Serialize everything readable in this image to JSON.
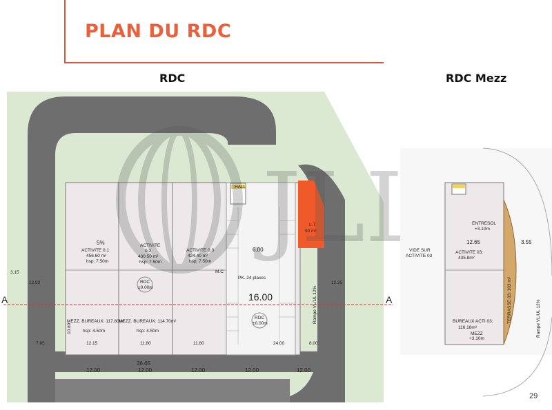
{
  "title": "PLAN DU RDC",
  "captions": {
    "left": "RDC",
    "right": "RDC Mezz"
  },
  "page_number": "29",
  "section_marker": "A",
  "colors": {
    "accent": "#e8613c",
    "road": "#6e6e6e",
    "grass": "#d9ead1",
    "highlight": "#f05a2a"
  },
  "labels": {
    "activite1": "ACTIVITE 0.1",
    "activite1_area": "456.60 m²",
    "activite1_hsp": "hsp: 7.50m",
    "activite2": "ACTIVITE",
    "activite2_num": "0.2",
    "activite2_area": "430.50 m²",
    "activite2_hsp": "hsp: 7.50m",
    "activite3": "ACTIVITE 0.3",
    "activite3_area": "424.40 m²",
    "activite3_hsp": "hsp: 7.50m",
    "slope": "5%",
    "rdc": "RDC",
    "rdc_level": "±0.00m",
    "mezz1": "MEZZ. BUREAUX: 117.80m²",
    "mezz2": "MEZZ. BUREAUX: 114.70m²",
    "mezz_hsp": "hsp: 4.50m",
    "parking": "PK. 24 places",
    "hall": "HALL",
    "local": "L.T",
    "local_area": "90 m²",
    "ramp": "Rampe VL/UL 12%",
    "mc": "M.C",
    "entresol": "ENTRESOL",
    "entresol_level": "+3.10m",
    "vide": "VIDE SUR",
    "vide2": "ACTIVITE 03",
    "act03": "ACTIVITE 03:",
    "act03_area": "435.8m²",
    "terrasse": "TERRASSE 03: 103 m²",
    "bureaux": "BUREAUX ACTI 03:",
    "bureaux_area": "116.18m²",
    "mezz": "MEZZ",
    "mezz_level": "+3.10m"
  },
  "dimensions": {
    "d1600": "16.00",
    "d600": "6.00",
    "d3665": "36.65",
    "d1200": "12.00",
    "d1292": "12.92",
    "d1235": "12.35",
    "d315": "3.15",
    "d795": "7.95",
    "d1215": "12.15",
    "d1180": "11.80",
    "d2400": "24.00",
    "d800": "8.00",
    "d1265": "12.65",
    "d355": "3.55",
    "d1060": "10.60"
  }
}
